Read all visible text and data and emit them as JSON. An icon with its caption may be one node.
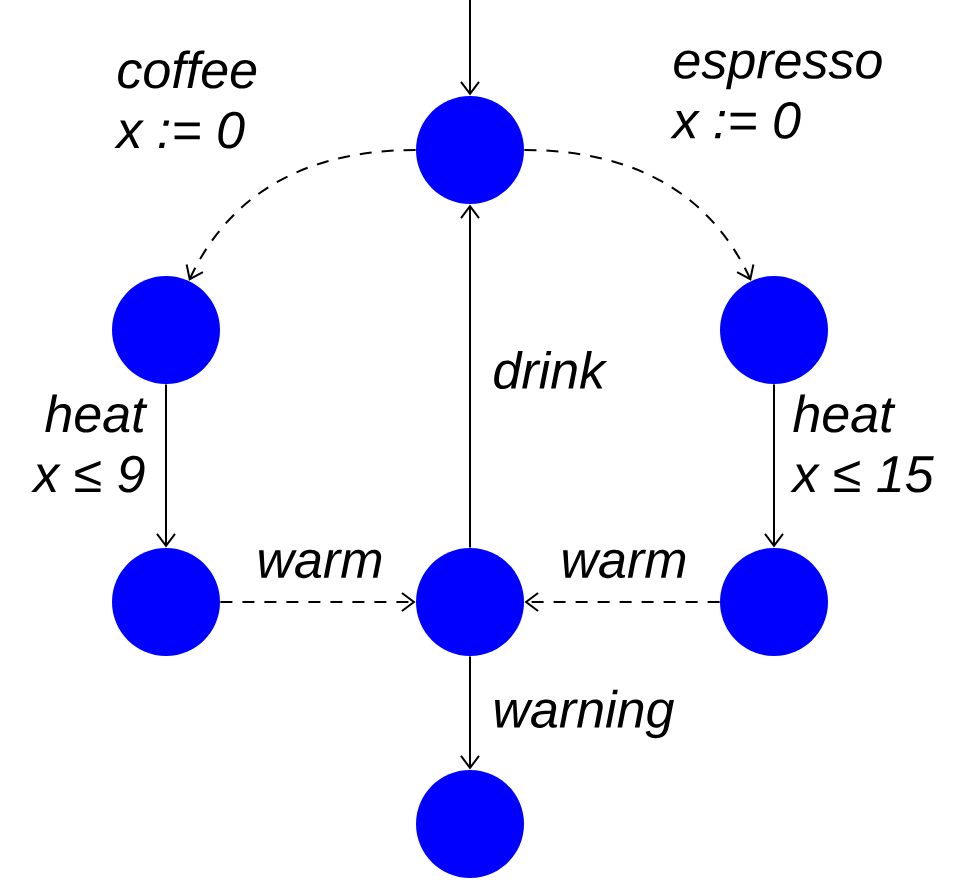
{
  "diagram": {
    "nodes": [
      {
        "text": [],
        "shape": "circle"
      },
      {
        "text": [],
        "shape": "circle"
      },
      {
        "text": [],
        "shape": "circle"
      },
      {
        "text": [],
        "shape": "circle"
      },
      {
        "text": [],
        "shape": "circle"
      },
      {
        "text": [],
        "shape": "circle"
      },
      {
        "text": [],
        "shape": "circle"
      }
    ],
    "edges": [
      {
        "from": null,
        "to": 0,
        "arrow": "to"
      },
      {
        "from": 0,
        "to": 1,
        "arrow": "to",
        "style": "dashed",
        "label": "coffee x := 0"
      },
      {
        "from": 0,
        "to": 2,
        "arrow": "to",
        "style": "dashed",
        "label": "espresso x := 0"
      },
      {
        "from": 1,
        "to": 3,
        "arrow": "to",
        "label": "heat x ≤ 9"
      },
      {
        "from": 2,
        "to": 5,
        "arrow": "to",
        "label": "heat x ≤ 15"
      },
      {
        "from": 4,
        "to": 0,
        "arrow": "to",
        "label": "drink"
      },
      {
        "from": 3,
        "to": 4,
        "arrow": "to",
        "style": "dashed",
        "label": "warm"
      },
      {
        "from": 5,
        "to": 4,
        "arrow": "to",
        "style": "dashed",
        "label": "warm"
      },
      {
        "from": 4,
        "to": 6,
        "arrow": "to",
        "label": "warning"
      }
    ]
  }
}
